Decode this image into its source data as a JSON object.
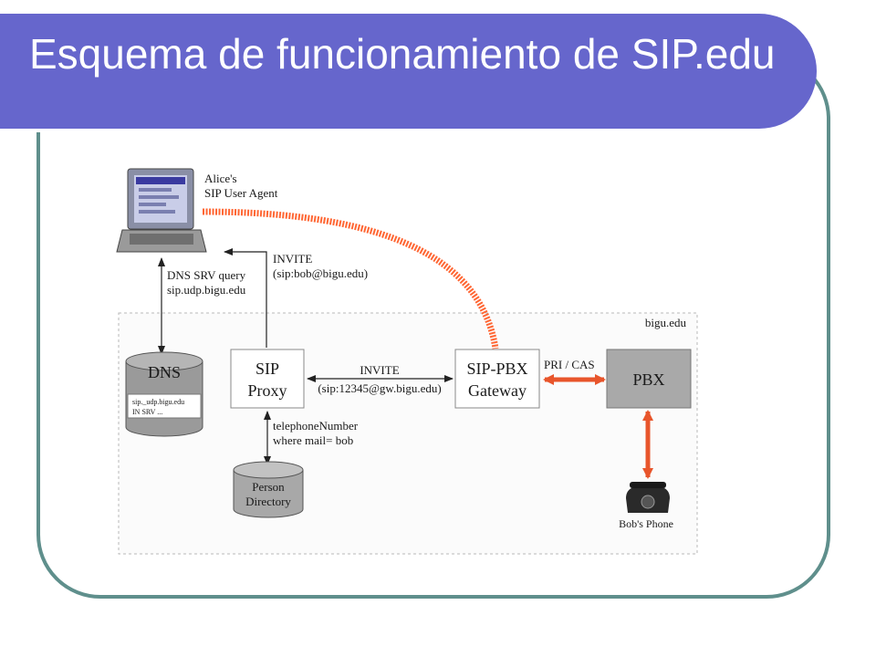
{
  "slide": {
    "title": "Esquema de funcionamiento de SIP.edu",
    "colors": {
      "title_bg": "#6666cc",
      "frame": "#5f8f8c",
      "signal": "#ff6633"
    }
  },
  "diagram": {
    "domain_label": "bigu.edu",
    "alice": {
      "line1": "Alice's",
      "line2": "SIP User Agent"
    },
    "dns_query": {
      "line1": "DNS SRV query",
      "line2": "sip.udp.bigu.edu"
    },
    "invite_1": {
      "line1": "INVITE",
      "line2": "(sip:bob@bigu.edu)"
    },
    "dns": {
      "label": "DNS",
      "record1": "sip._udp.bigu.edu",
      "record2": "IN  SRV  ..."
    },
    "proxy": {
      "line1": "SIP",
      "line2": "Proxy"
    },
    "invite_2": {
      "line1": "INVITE",
      "line2": "(sip:12345@gw.bigu.edu)"
    },
    "gateway": {
      "line1": "SIP-PBX",
      "line2": "Gateway"
    },
    "trunk_label": "PRI / CAS",
    "pbx": {
      "label": "PBX"
    },
    "lookup": {
      "line1": "telephoneNumber",
      "line2": "where mail=  bob"
    },
    "directory": {
      "line1": "Person",
      "line2": "Directory"
    },
    "phone": {
      "label": "Bob's Phone"
    }
  }
}
